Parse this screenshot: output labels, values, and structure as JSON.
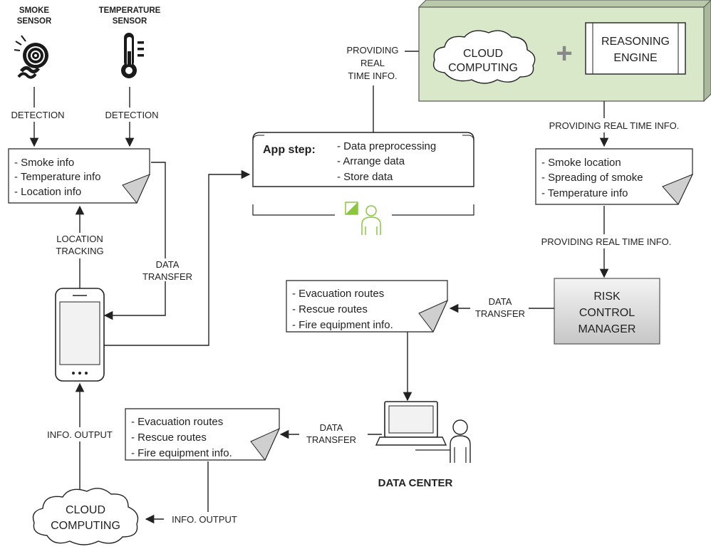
{
  "sensors": {
    "smoke": [
      "SMOKE",
      "SENSOR"
    ],
    "temperature": [
      "TEMPERATURE",
      "SENSOR"
    ]
  },
  "labels": {
    "detection": "DETECTION",
    "location_tracking": [
      "LOCATION",
      "TRACKING"
    ],
    "data_transfer_two_line": [
      "DATA",
      "TRANSFER"
    ],
    "info_output": "INFO. OUTPUT",
    "providing_real_time_three_line": [
      "PROVIDING",
      "REAL",
      "TIME INFO."
    ],
    "providing_real_time": "PROVIDING REAL TIME INFO."
  },
  "notes": {
    "sensor_info": [
      "- Smoke info",
      "- Temperature info",
      "- Location info"
    ],
    "smoke_info": [
      "- Smoke location",
      "- Spreading of smoke",
      "- Temperature info"
    ],
    "routes": [
      "- Evacuation routes",
      "- Rescue routes",
      "- Fire equipment info."
    ]
  },
  "app_step": {
    "title": "App step:",
    "items": [
      "- Data preprocessing",
      "- Arrange data",
      "- Store data"
    ]
  },
  "cloud": [
    "CLOUD",
    "COMPUTING"
  ],
  "plus": "+",
  "reasoning_engine": [
    "REASONING",
    "ENGINE"
  ],
  "risk_manager": [
    "RISK",
    "CONTROL",
    "MANAGER"
  ],
  "data_center": "DATA CENTER",
  "colors": {
    "green_panel": "#d8e8c8",
    "green_icon": "#8cc63f",
    "plus": "#888888",
    "risk_top": "#f2f2f2",
    "risk_bottom": "#c9c9c9"
  }
}
